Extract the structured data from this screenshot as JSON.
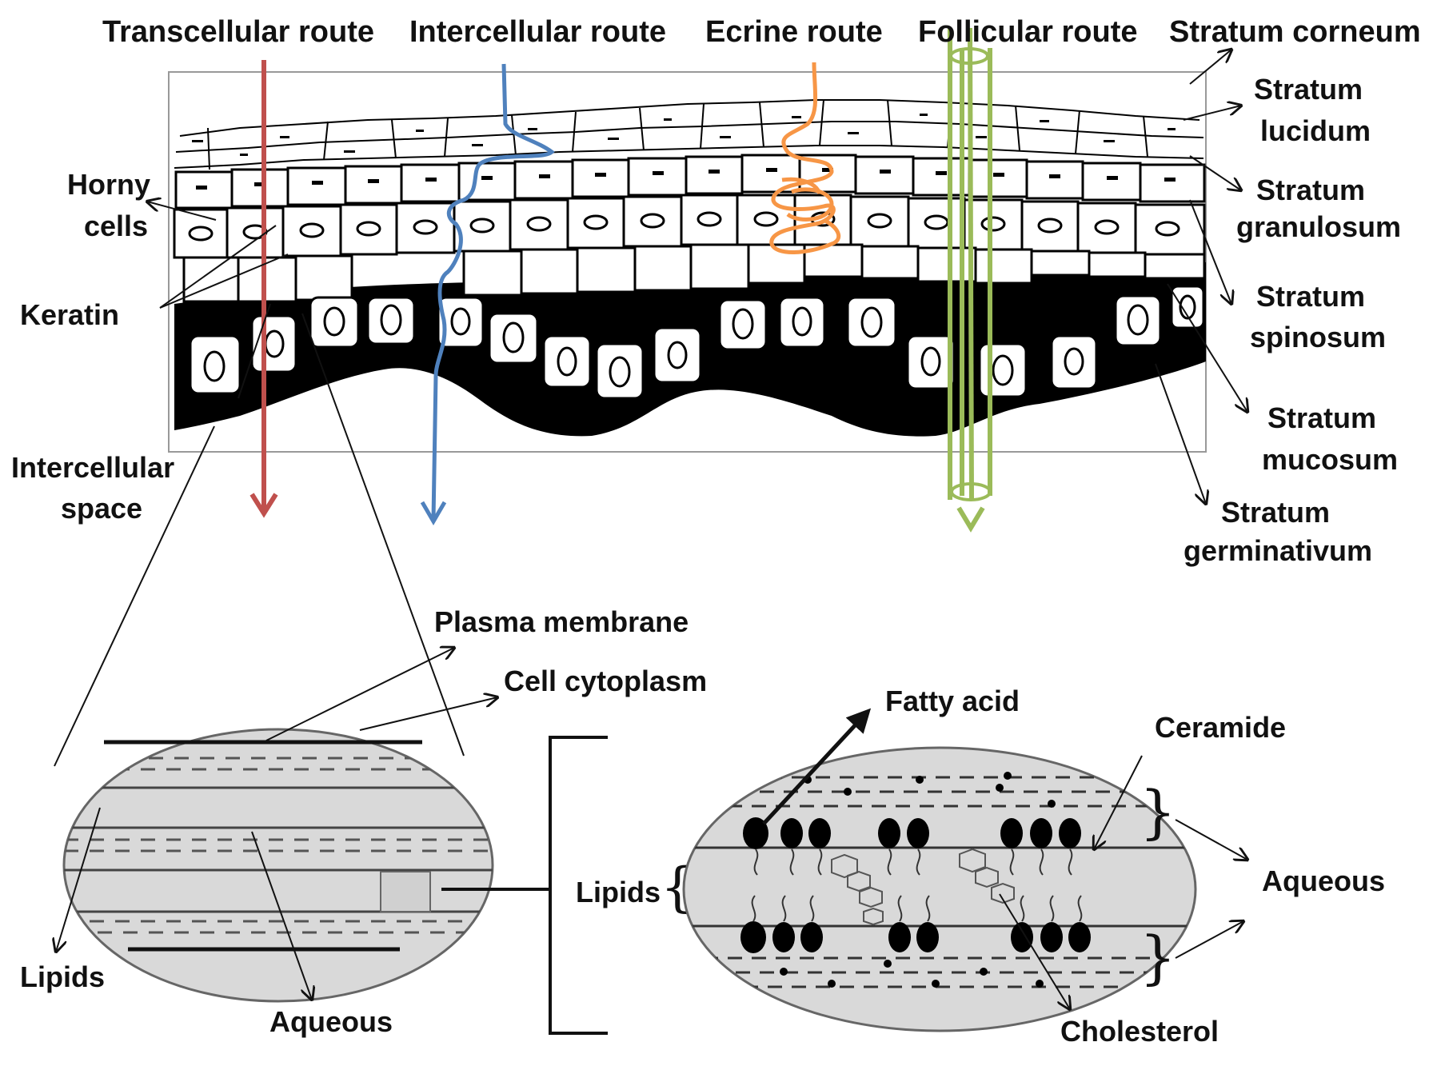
{
  "routes": {
    "transcellular": "Transcellular route",
    "intercellular": "Intercellular route",
    "ecrine": "Ecrine route",
    "follicular": "Follicular route"
  },
  "layers": {
    "corneum": "Stratum corneum",
    "lucidum_1": "Stratum",
    "lucidum_2": "lucidum",
    "granulosum_1": "Stratum",
    "granulosum_2": "granulosum",
    "spinosum_1": "Stratum",
    "spinosum_2": "spinosum",
    "mucosum_1": "Stratum",
    "mucosum_2": "mucosum",
    "germinativum_1": "Stratum",
    "germinativum_2": "germinativum"
  },
  "left_labels": {
    "horny_1": "Horny",
    "horny_2": "cells",
    "keratin": "Keratin",
    "intercellular_1": "Intercellular",
    "intercellular_2": "space"
  },
  "detail": {
    "plasma_membrane": "Plasma membrane",
    "cell_cytoplasm": "Cell cytoplasm",
    "lipids_left": "Lipids",
    "aqueous_left": "Aqueous",
    "lipids_bracket": "Lipids",
    "fatty_acid": "Fatty acid",
    "ceramide": "Ceramide",
    "aqueous_right": "Aqueous",
    "cholesterol": "Cholesterol"
  },
  "colors": {
    "transcellular": "#c0504d",
    "intercellular": "#4f81bd",
    "ecrine": "#f79646",
    "follicular": "#9bbb59",
    "ellipse_fill": "#d9d9d9"
  }
}
